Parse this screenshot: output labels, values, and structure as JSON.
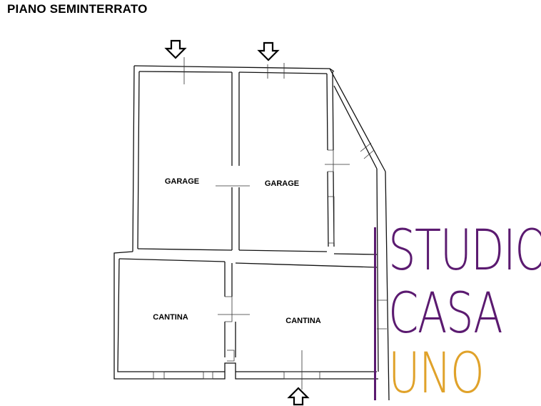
{
  "title": "PIANO SEMINTERRATO",
  "rooms": {
    "garage_left": "GARAGE",
    "garage_right": "GARAGE",
    "cantina_left": "CANTINA",
    "cantina_right": "CANTINA"
  },
  "icons": [
    "arrow-down-icon",
    "arrow-down-icon",
    "arrow-up-icon"
  ],
  "logo": {
    "line1": "STUDIO",
    "line2": "CASA",
    "line3": "UNO",
    "colors": {
      "purple": "#5b1a70",
      "gold": "#e0a22a"
    }
  }
}
